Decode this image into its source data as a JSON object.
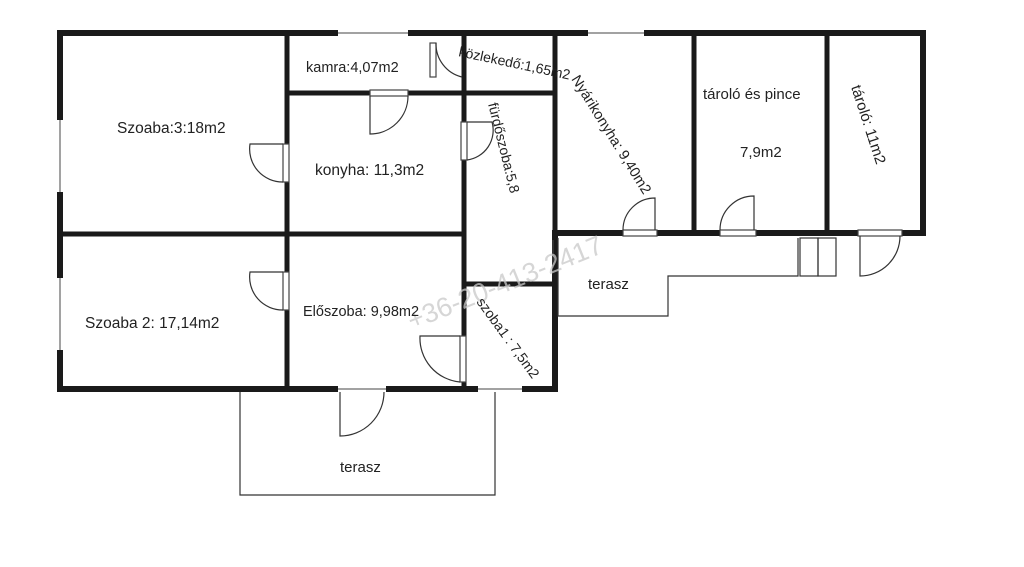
{
  "rooms": {
    "szoba3": "Szoaba:3:18m2",
    "szoba2": "Szoaba 2: 17,14m2",
    "kamra": "kamra:4,07m2",
    "konyha": "konyha: 11,3m2",
    "eloszoba": "Előszoba: 9,98m2",
    "kozlekedo": "közlekedő:1,65m2",
    "furdoszoba": "fürdőszoba:5,8",
    "szoba1": "szoba1 : 7,5m2",
    "nyarikonyha": "Nyárikonyha: 9,40m2",
    "tarolo_pince_line1": "tároló és pince",
    "tarolo_pince_line2": "7,9m2",
    "tarolo": "tároló: 11m2",
    "terasz_right": "terasz",
    "terasz_bottom": "terasz"
  },
  "watermark": "+36-20-413-2417",
  "colors": {
    "wall": "#1a1a1a",
    "thin": "#444444",
    "text": "#222222",
    "watermark": "#c9c9c9"
  }
}
